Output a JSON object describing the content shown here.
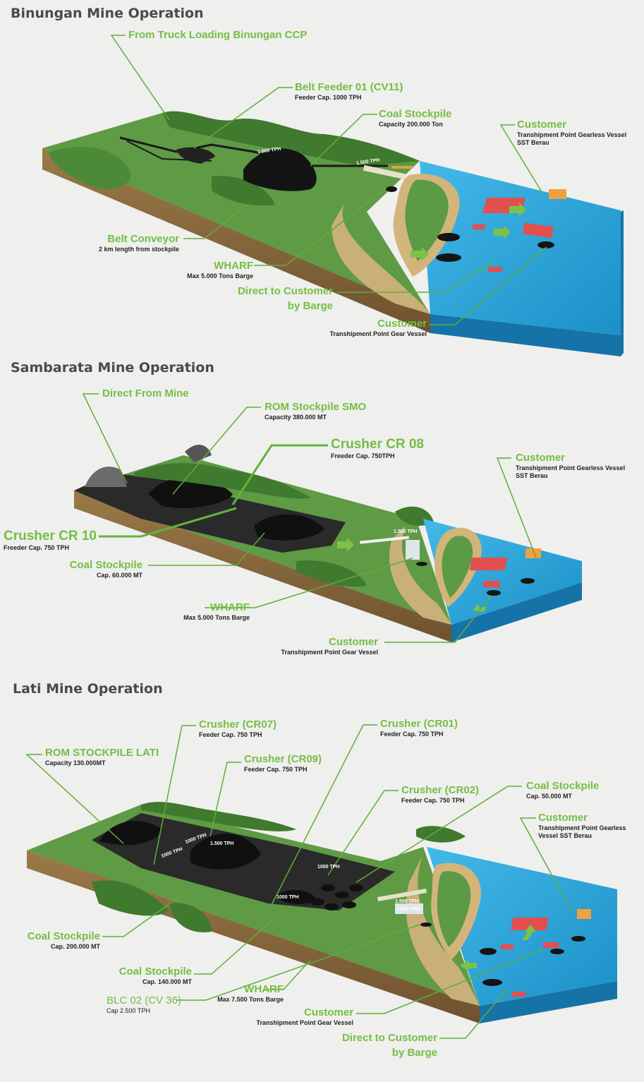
{
  "binungan": {
    "title": "Binungan Mine Operation",
    "from_truck": "From Truck Loading Binungan CCP",
    "belt_feeder": {
      "title": "Belt Feeder 01 (CV11)",
      "sub": "Feeder Cap. 1000 TPH"
    },
    "coal_stockpile": {
      "title": "Coal Stockpile",
      "sub": "Capacity 200.000 Ton"
    },
    "customer_gearless": {
      "title": "Customer",
      "sub1": "Transhipment Point Gearless Vessel",
      "sub2": "SST Berau"
    },
    "belt_conveyor": {
      "title": "Belt Conveyor",
      "sub": "2 km length from stockpile"
    },
    "wharf": {
      "title": "WHARF",
      "sub": "Max 5.000 Tons Barge"
    },
    "direct_barge": {
      "line1": "Direct to Customer",
      "line2": "by Barge"
    },
    "customer_gear": {
      "title": "Customer",
      "sub": "Transhipment Point Gear Vessel"
    },
    "tph_1": "1.000 TPH",
    "tph_2": "1.500 TPH"
  },
  "sambarata": {
    "title": "Sambarata Mine Operation",
    "direct_mine": "Direct From Mine",
    "rom_stockpile": {
      "title": "ROM Stockpile SMO",
      "sub": "Capacity 380.000 MT"
    },
    "crusher_08": {
      "title": "Crusher CR 08",
      "sub": "Freeder Cap.  750TPH"
    },
    "crusher_10": {
      "title": "Crusher CR 10",
      "sub": "Freeder Cap. 750 TPH"
    },
    "coal_stockpile": {
      "title": "Coal Stockpile",
      "sub": "Cap. 60.000 MT"
    },
    "wharf": {
      "title": "WHARF",
      "sub": "Max 5.000 Tons Barge"
    },
    "customer_gearless": {
      "title": "Customer",
      "sub1": "Transhipment Point Gearless Vessel",
      "sub2": "SST Berau"
    },
    "customer_gear": {
      "title": "Customer",
      "sub": "Transhipment Point Gear Vessel"
    },
    "tph_1": "1.500 TPH"
  },
  "lati": {
    "title": "Lati Mine Operation",
    "rom_stockpile": {
      "title": "ROM STOCKPILE LATI",
      "sub": "Capacity  130.000MT"
    },
    "crusher_07": {
      "title": "Crusher (CR07)",
      "sub": "Feeder Cap. 750 TPH"
    },
    "crusher_09": {
      "title": "Crusher (CR09)",
      "sub": "Feeder Cap. 750 TPH"
    },
    "crusher_01": {
      "title": "Crusher (CR01)",
      "sub": "Feeder Cap. 750 TPH"
    },
    "crusher_02": {
      "title": "Crusher (CR02)",
      "sub": "Feeder Cap. 750 TPH"
    },
    "coal_stockpile_50": {
      "title": "Coal Stockpile",
      "sub": "Cap. 50.000 MT"
    },
    "customer_gearless": {
      "title": "Customer",
      "sub1": "Transhipment Point Gearless",
      "sub2": "Vessel SST Berau"
    },
    "coal_stockpile_200": {
      "title": "Coal Stockpile",
      "sub": "Cap. 200.000 MT"
    },
    "coal_stockpile_140": {
      "title": "Coal Stockpile",
      "sub": "Cap.  140.000 MT"
    },
    "blc": {
      "title": "BLC 02 (CV 36)",
      "sub": "Cap 2.500 TPH"
    },
    "wharf": {
      "title": "WHARF",
      "sub": "Max 7.500 Tons Barge"
    },
    "customer_gear": {
      "title": "Customer",
      "sub": "Transhipment Point Gear Vessel"
    },
    "direct_barge": {
      "line1": "Direct to Customer",
      "line2": "by Barge"
    },
    "tph_1": "1000 TPH",
    "tph_2": "1000 TPH",
    "tph_3": "1.500 TPH",
    "tph_4": "1000 TPH",
    "tph_5": "1000 TPH",
    "tph_6": "1.500 TPH",
    "tph_7": "2.500 TPH"
  },
  "colors": {
    "label_green": "#74be43",
    "leader_green": "#5fae3a",
    "sea": "#29a6dc",
    "grass": "#4f8a3a",
    "coal": "#141414",
    "soil": "#8a6a3e",
    "sand": "#c9b078"
  }
}
